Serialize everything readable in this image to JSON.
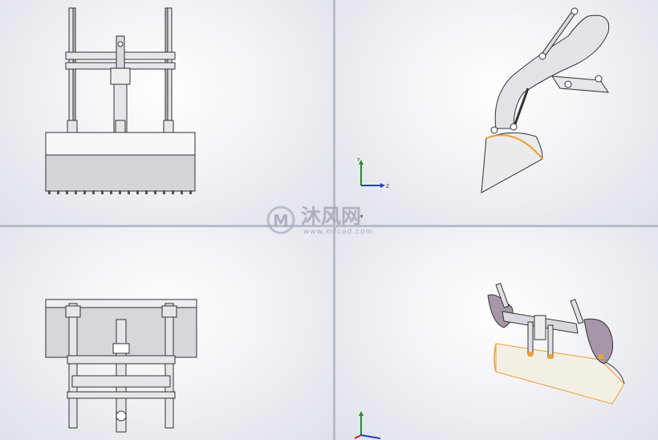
{
  "viewports": [
    {
      "name": "front",
      "label": ""
    },
    {
      "name": "right",
      "label": ""
    },
    {
      "name": "top",
      "label": ""
    },
    {
      "name": "isometric",
      "label": ""
    }
  ],
  "triad": {
    "y_label": "Y",
    "z_label": "Z"
  },
  "center_marker": "*",
  "watermark": {
    "brand": "沐风网",
    "url": "www.mfcad.com"
  },
  "colors": {
    "viewport_bg": "#f1f2f6",
    "divider": "#b9bcc6",
    "edge_highlight": "#f0a030",
    "part_grey": "#b8b8c0"
  }
}
